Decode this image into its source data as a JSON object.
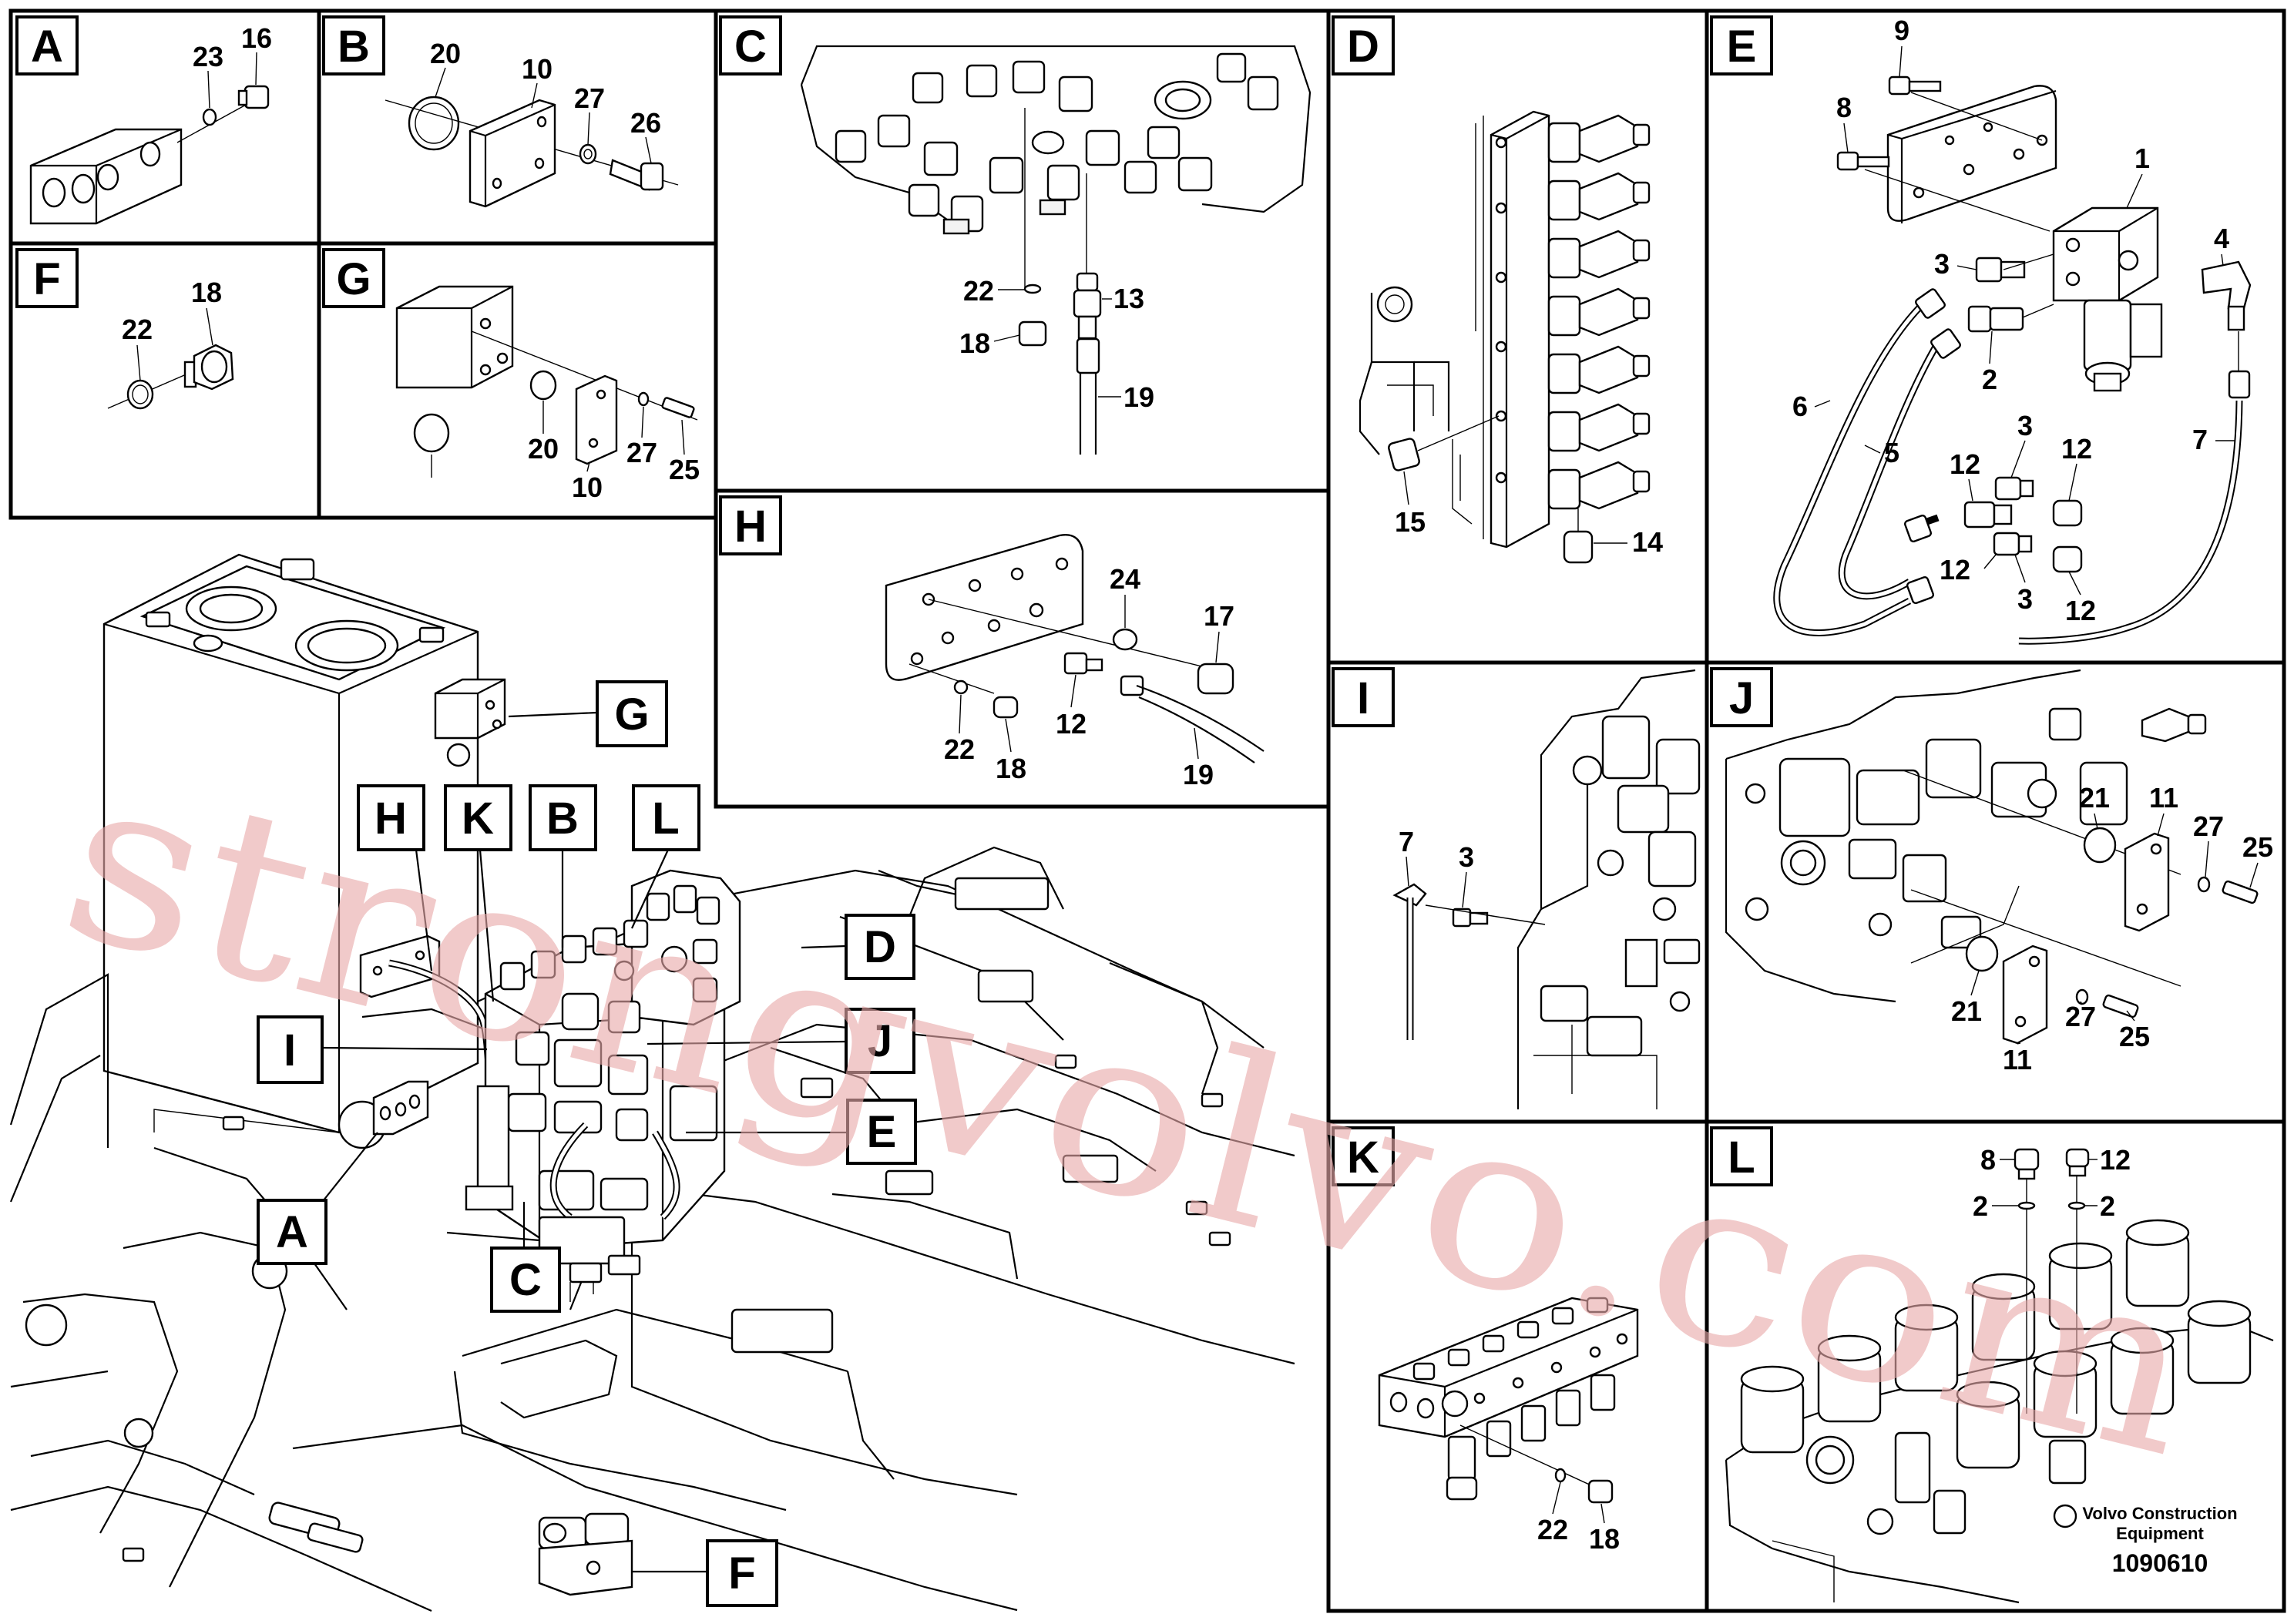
{
  "panels": {
    "A": {
      "letter": "A",
      "callouts": [
        "23",
        "16"
      ]
    },
    "B": {
      "letter": "B",
      "callouts": [
        "20",
        "10",
        "27",
        "26"
      ]
    },
    "C": {
      "letter": "C",
      "callouts": [
        "22",
        "13",
        "18",
        "19"
      ]
    },
    "D": {
      "letter": "D",
      "callouts": [
        "15",
        "14"
      ]
    },
    "E": {
      "letter": "E",
      "callouts": [
        "9",
        "8",
        "1",
        "4",
        "3",
        "2",
        "6",
        "5",
        "12",
        "3",
        "12",
        "12",
        "3",
        "12",
        "7"
      ]
    },
    "F": {
      "letter": "F",
      "callouts": [
        "22",
        "18"
      ]
    },
    "G": {
      "letter": "G",
      "callouts": [
        "20",
        "27",
        "25",
        "10"
      ]
    },
    "H": {
      "letter": "H",
      "callouts": [
        "24",
        "17",
        "12",
        "22",
        "18",
        "19"
      ]
    },
    "I": {
      "letter": "I",
      "callouts": [
        "7",
        "3"
      ]
    },
    "J": {
      "letter": "J",
      "callouts": [
        "21",
        "11",
        "27",
        "25",
        "21",
        "27",
        "25",
        "11"
      ]
    },
    "K": {
      "letter": "K",
      "callouts": [
        "22",
        "18"
      ]
    },
    "L": {
      "letter": "L",
      "callouts": [
        "8",
        "12",
        "2",
        "2"
      ]
    }
  },
  "main_labels": [
    "H",
    "K",
    "B",
    "L",
    "G",
    "D",
    "J",
    "I",
    "E",
    "A",
    "C",
    "F"
  ],
  "footer": {
    "brand_line1": "Volvo Construction",
    "brand_line2": "Equipment",
    "drawing_no": "1090610"
  },
  "watermark": "strongvolvo.com"
}
